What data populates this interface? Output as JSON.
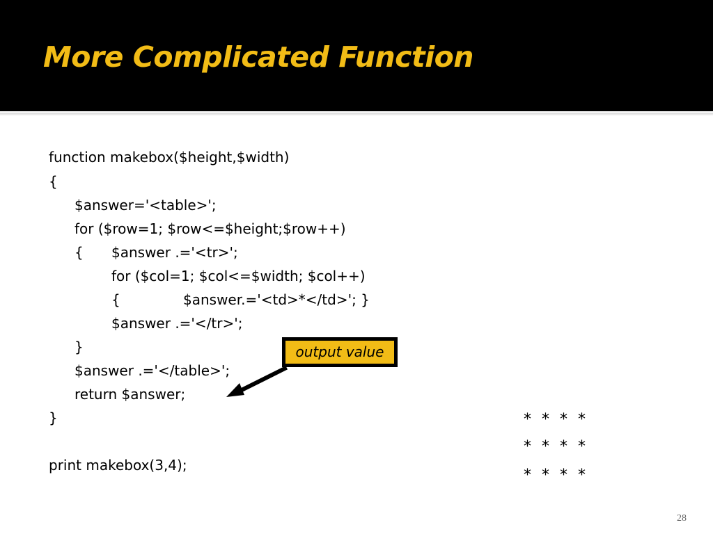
{
  "slide": {
    "title": "More Complicated Function",
    "page_number": "28",
    "accent_color": "#f2bc16",
    "title_bar_color": "#000000"
  },
  "code": {
    "lines": [
      "function makebox($height,$width)",
      "{",
      "$answer='<table>';",
      "for ($row=1; $row<=$height;$row++)",
      "{",
      "$answer .='<tr>';",
      "for ($col=1; $col<=$width; $col++)",
      "{",
      "$answer.='<td>*</td>'; }",
      "$answer .='</tr>';",
      "}",
      "$answer .='</table>';",
      "return $answer;",
      "}",
      "print makebox(3,4);"
    ]
  },
  "callout": {
    "label": "output value",
    "arrow_icon": "arrow-left-down"
  },
  "output": {
    "rows": [
      "* * * *",
      "* * * *",
      "* * * *"
    ]
  }
}
